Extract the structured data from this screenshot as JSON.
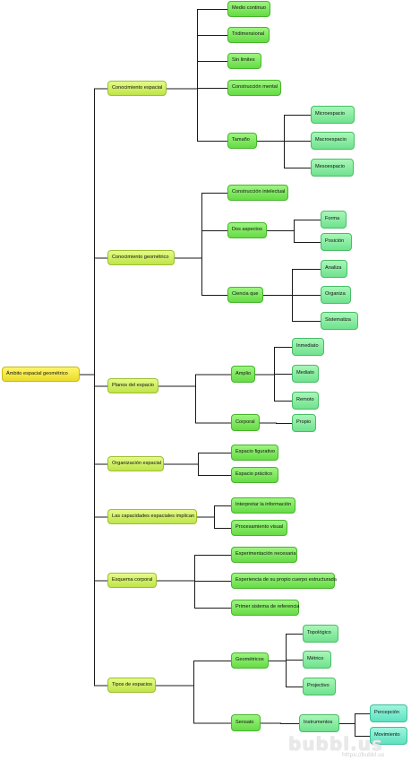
{
  "nodes": {
    "root": "Ámbito espacial geométrico",
    "conocimiento_espacial": "Conocimiento espacial",
    "medio_continuo": "Medio continuo",
    "tridimensional": "Tridimensional",
    "sin_limites": "Sin limites",
    "construccion_mental": "Construcción mental",
    "tamano": "Tamaño",
    "microespacio": "Microespacio",
    "macroespacio": "Macroespacio",
    "mesoespacio": "Mesoespacio",
    "conocimiento_geometrico": "Conocimiento geométrico",
    "construccion_intelectual": "Construcción intelectual",
    "dos_aspectos": "Dos aspectos",
    "forma": "Forma",
    "posicion": "Posición",
    "ciencia_que": "Ciencia que",
    "analiza": "Analiza",
    "organiza": "Organiza",
    "sistematiza": "Sistematiza",
    "planos_del_espacio": "Planos del espacio",
    "amplio": "Amplio",
    "inmediato": "Inmediato",
    "mediato": "Mediato",
    "remoto": "Remoto",
    "corporal": "Corporal",
    "propio": "Propio",
    "organizacion_espacial": "Organización espacial",
    "espacio_figurativo": "Espacio figurativo",
    "espacio_practico": "Espacio práctico",
    "capacidades": "Las capacidades espaciales implican",
    "interpretar": "Interpretar la información",
    "procesamiento_visual": "Procesamiento visual",
    "esquema_corporal": "Esquema corporal",
    "experimentacion": "Experimentación necesaria",
    "experiencia": "Experiencia de su propio cuerpo estructurada",
    "primer_sistema": "Primer sistema de referencia",
    "tipos_de_espacios": "Tipos de espacios",
    "geometricos": "Geométricos",
    "topologico": "Topológico",
    "metrico": "Métrico",
    "projectivo": "Projectivo",
    "sensato": "Sensato",
    "instrumentos": "Instrumentos",
    "percepcion": "Percepción",
    "movimiento": "Movimiento"
  },
  "watermark": {
    "brand": "bubbl.us",
    "url": "https://bubbl.us"
  },
  "colors": {
    "root": "#f2e83a",
    "level1": "#cdee5a",
    "level2": "#7ce55a",
    "level3": "#84e9a1",
    "level4": "#72e8c8",
    "line": "#1a1a1a"
  }
}
